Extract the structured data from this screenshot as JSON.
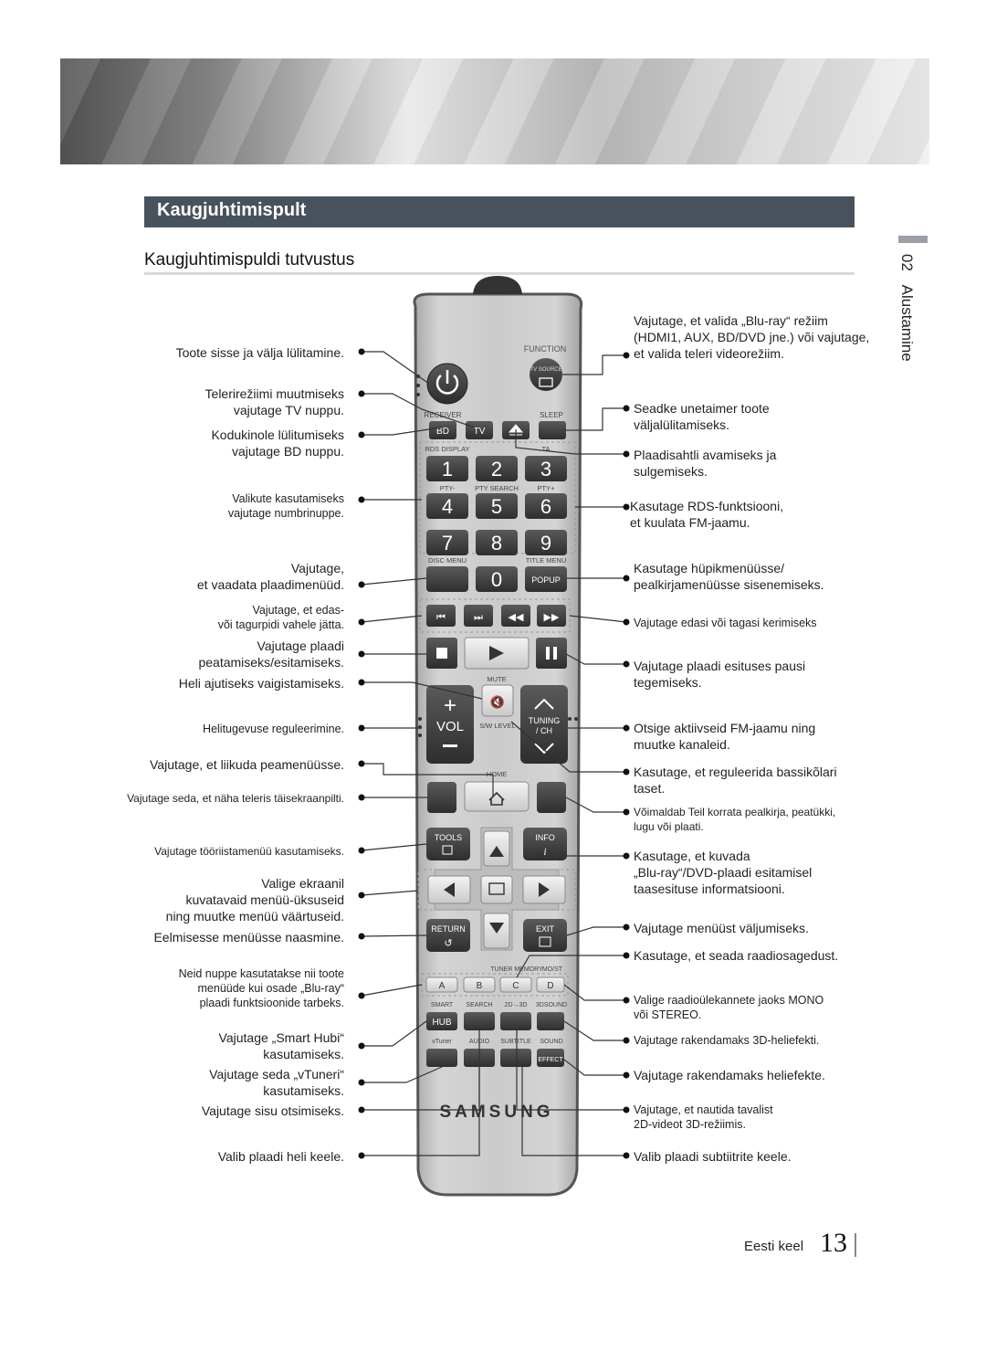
{
  "section_title": "Kaugjuhtimispult",
  "subtitle": "Kaugjuhtimispuldi tutvustus",
  "side": {
    "chapter_number": "02",
    "chapter_name": "Alustamine"
  },
  "footer": {
    "language": "Eesti keel",
    "page_number": "13"
  },
  "remote": {
    "function_label": "FUNCTION",
    "tv_source_label": "TV SOURCE",
    "receiver_label": "RECEIVER",
    "sleep_label": "SLEEP",
    "bd_label": "BD",
    "tv_label": "TV",
    "rds_display_label": "RDS DISPLAY",
    "ta_label": "TA",
    "pty_minus_label": "PTY-",
    "pty_search_label": "PTY SEARCH",
    "pty_plus_label": "PTY+",
    "digits": [
      "1",
      "2",
      "3",
      "4",
      "5",
      "6",
      "7",
      "8",
      "9",
      "0"
    ],
    "disc_menu_label": "DISC MENU",
    "title_menu_label": "TITLE MENU",
    "popup_label": "POPUP",
    "mute_label": "MUTE",
    "vol_label": "VOL",
    "sw_level_label": "S/W LEVEL",
    "tuning_label": "TUNING",
    "ch_label": "/ CH",
    "home_label": "HOME",
    "tools_label": "TOOLS",
    "info_label": "INFO",
    "return_label": "RETURN",
    "exit_label": "EXIT",
    "tuner_memory_label": "TUNER MEMORY",
    "mo_st_label": "MO/ST",
    "color_buttons": [
      "A",
      "B",
      "C",
      "D"
    ],
    "smart_label": "SMART",
    "search_label": "SEARCH",
    "twod_3d_label": "2D→3D",
    "threed_sound_label": "3DSOUND",
    "hub_label": "HUB",
    "vtuner_label": "vTuner",
    "audio_label": "AUDIO",
    "subtitle_label": "SUBTITLE",
    "sound_label": "SOUND",
    "effect_label": "EFFECT",
    "brand": "SAMSUNG"
  },
  "left_captions": [
    "Toote sisse ja välja lülitamine.",
    "Telerirežiimi muutmiseks\nvajutage TV nuppu.",
    "Kodukinole lülitumiseks\nvajutage BD nuppu.",
    "Valikute kasutamiseks\nvajutage numbrinuppe.",
    "Vajutage,\net vaadata plaadimenüüd.",
    "Vajutage, et edas-\nvõi tagurpidi vahele jätta.",
    "Vajutage plaadi\npeatamiseks/esitamiseks.",
    "Heli ajutiseks vaigistamiseks.",
    "Helitugevuse reguleerimine.",
    "Vajutage, et liikuda peamenüüsse.",
    "Vajutage seda, et näha teleris täisekraanpilti.",
    "Vajutage tööriistamenüü kasutamiseks.",
    "Valige ekraanil\nkuvatavaid menüü-üksuseid\nning muutke menüü väärtuseid.",
    "Eelmisesse menüüsse naasmine.",
    "Neid nuppe kasutatakse nii toote\nmenüüde kui osade „Blu-ray“\nplaadi funktsioonide tarbeks.",
    "Vajutage „Smart Hubi“\nkasutamiseks.",
    "Vajutage seda „vTuneri“\nkasutamiseks.",
    "Vajutage sisu otsimiseks.",
    "Valib plaadi heli keele."
  ],
  "right_captions": [
    "Vajutage, et valida „Blu-ray“ režiim\n(HDMI1, AUX, BD/DVD jne.) või vajutage,\net valida teleri videorežiim.",
    "Seadke unetaimer toote\nväljalülitamiseks.",
    "Plaadisahtli avamiseks ja\nsulgemiseks.",
    "Kasutage RDS-funktsiooni,\net kuulata FM-jaamu.",
    "Kasutage hüpikmenüüsse/\npealkirjamenüüsse sisenemiseks.",
    "Vajutage edasi või tagasi kerimiseks",
    "Vajutage plaadi esituses pausi\ntegemiseks.",
    "Otsige aktiivseid FM-jaamu ning\nmuutke kanaleid.",
    "Kasutage, et reguleerida bassikõlari\ntaset.",
    "Võimaldab Teil korrata pealkirja, peatükki,\nlugu või plaati.",
    "Kasutage, et kuvada\n„Blu-ray“/DVD-plaadi esitamisel\ntaasesituse informatsiooni.",
    "Vajutage menüüst väljumiseks.",
    "Kasutage, et seada raadiosagedust.",
    "Valige raadioülekannete jaoks MONO\nvõi STEREO.",
    "Vajutage rakendamaks 3D-heliefekti.",
    "Vajutage rakendamaks heliefekte.",
    "Vajutage, et nautida tavalist\n2D-videot 3D-režiimis.",
    "Valib plaadi subtiitrite keele."
  ],
  "colors": {
    "section_bar": "#47525c",
    "remote_body": "#c9c9c9",
    "remote_button": "#3a3a3a"
  }
}
